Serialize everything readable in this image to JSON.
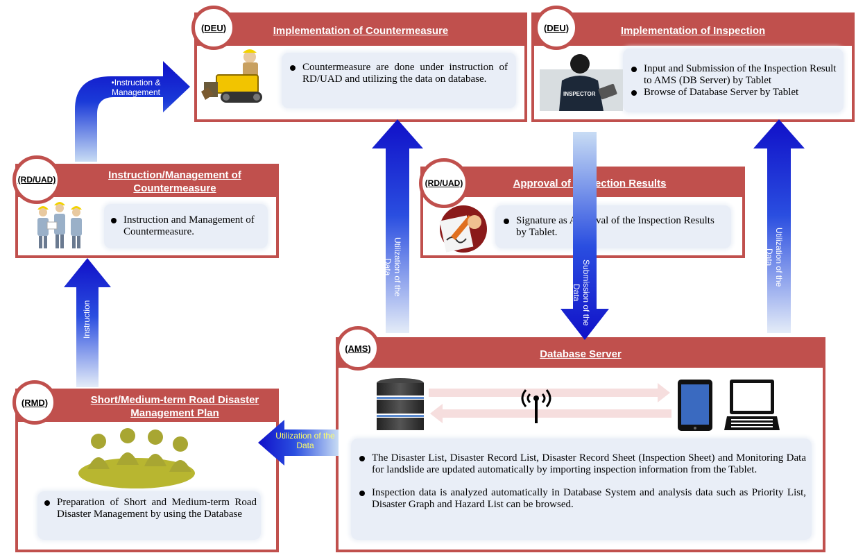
{
  "colors": {
    "panel": "#c0504d",
    "arrow_dark": "#1010c8",
    "arrow_light": "#c8dcf4",
    "bullet_bg": "#e9eef7"
  },
  "countermeasure": {
    "badge": "(DEU)",
    "title": "Implementation of Countermeasure",
    "bullet": "Countermeasure are done under instruction of RD/UAD and utilizing the data on database.",
    "icon": "bulldozer-worker-icon"
  },
  "inspection": {
    "badge": "(DEU)",
    "title": "Implementation of Inspection",
    "bullets": [
      "Input and Submission of the Inspection Result to AMS (DB Server) by Tablet",
      "Browse of Database Server by Tablet"
    ],
    "icon": "inspector-tablet-icon"
  },
  "instruction_mgmt": {
    "badge": "(RD/UAD)",
    "title": "Instruction/Management of Countermeasure",
    "bullet": "Instruction and Management of Countermeasure.",
    "icon": "workers-meeting-icon"
  },
  "approval": {
    "badge": "(RD/UAD)",
    "title": "Approval of Inspection Results",
    "bullet": "Signature as Approval of the Inspection Results by Tablet.",
    "icon": "signature-pen-icon"
  },
  "plan": {
    "badge": "(RMD)",
    "title": "Short/Medium-term Road Disaster Management Plan",
    "bullet": "Preparation of Short and Medium-term Road Disaster Management by using the Database",
    "icon": "people-meeting-icon"
  },
  "database": {
    "badge": "(AMS)",
    "title": "Database Server",
    "bullets": [
      "The Disaster List, Disaster Record List, Disaster Record Sheet (Inspection Sheet) and Monitoring Data for landslide are updated automatically by importing inspection information from the Tablet.",
      "Inspection data is analyzed automatically in Database System and analysis data such as Priority List, Disaster Graph and Hazard List can be browsed."
    ],
    "icons": [
      "database-server-icon",
      "wireless-signal-icon",
      "tablet-icon",
      "laptop-icon"
    ]
  },
  "arrows": {
    "instruction_management": "•Instruction & Management",
    "instruction": "Instruction",
    "utilization_left": "Utilization of the Data",
    "utilization_right": "Utilization of the Data",
    "submission": "Submission of the Data",
    "utilization_plan": "Utilization of the Data"
  }
}
